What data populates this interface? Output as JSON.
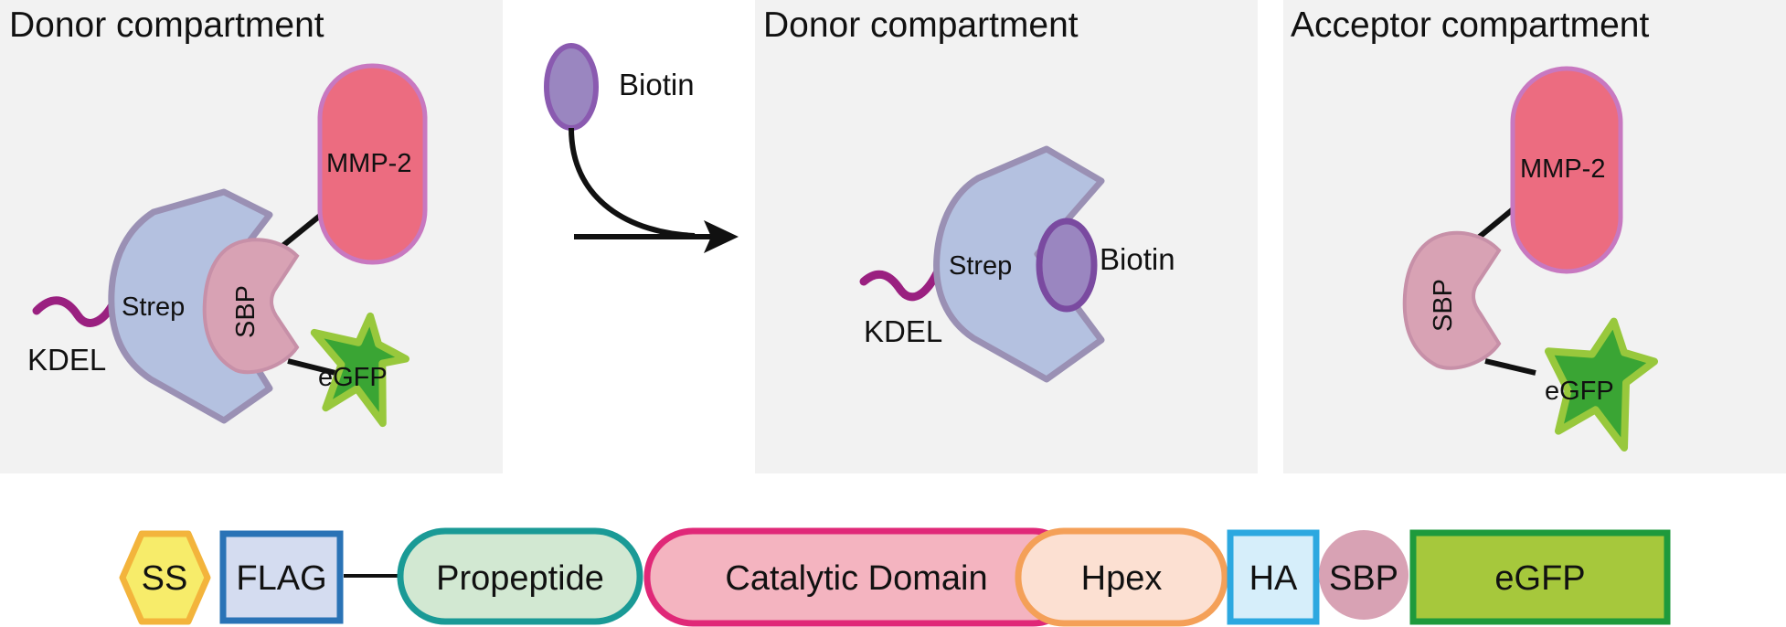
{
  "panels": {
    "left_title": "Donor compartment",
    "middle_title": "Donor compartment",
    "right_title": "Acceptor compartment"
  },
  "labels": {
    "kdel": "KDEL",
    "strep": "Strep",
    "sbp": "SBP",
    "mmp2": "MMP-2",
    "egfp": "eGFP",
    "biotin": "Biotin"
  },
  "construct": {
    "ss": "SS",
    "flag": "FLAG",
    "propeptide": "Propeptide",
    "catalytic": "Catalytic Domain",
    "hpex": "Hpex",
    "ha": "HA",
    "sbp": "SBP",
    "egfp": "eGFP"
  },
  "colors": {
    "panel_bg": "#f2f2f2",
    "strep_fill": "#b4c1e0",
    "strep_stroke": "#9a90b4",
    "sbp_fill": "#d8a2b4",
    "mmp2_fill": "#ec6c80",
    "mmp2_stroke": "#c878c0",
    "egfp_fill": "#3aa534",
    "egfp_stroke": "#98c83c",
    "biotin_fill": "#9a86c0",
    "biotin_stroke": "#7a4aa0",
    "kdel": "#9a2080"
  }
}
